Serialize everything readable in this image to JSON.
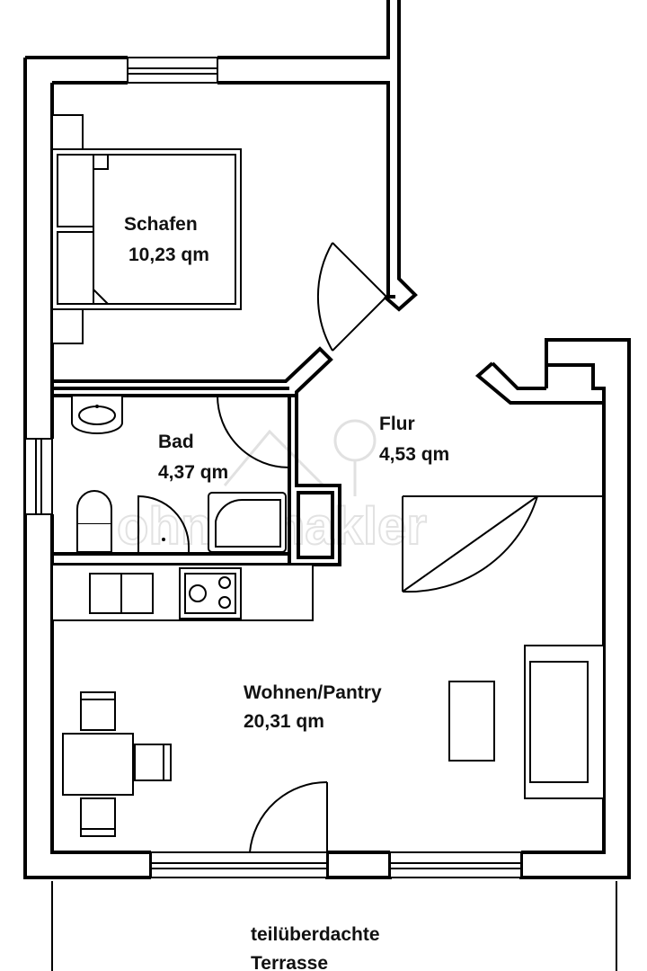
{
  "rooms": {
    "schlafen": {
      "name": "Schafen",
      "area": "10,23 qm"
    },
    "bad": {
      "name": "Bad",
      "area": "4,37 qm"
    },
    "flur": {
      "name": "Flur",
      "area": "4,53 qm"
    },
    "wohnen": {
      "name": "Wohnen/Pantry",
      "area": "20,31 qm"
    },
    "terrasse": {
      "line1": "teilüberdachte",
      "line2": "Terrasse"
    }
  },
  "watermark": {
    "text": "ohne-makler"
  }
}
